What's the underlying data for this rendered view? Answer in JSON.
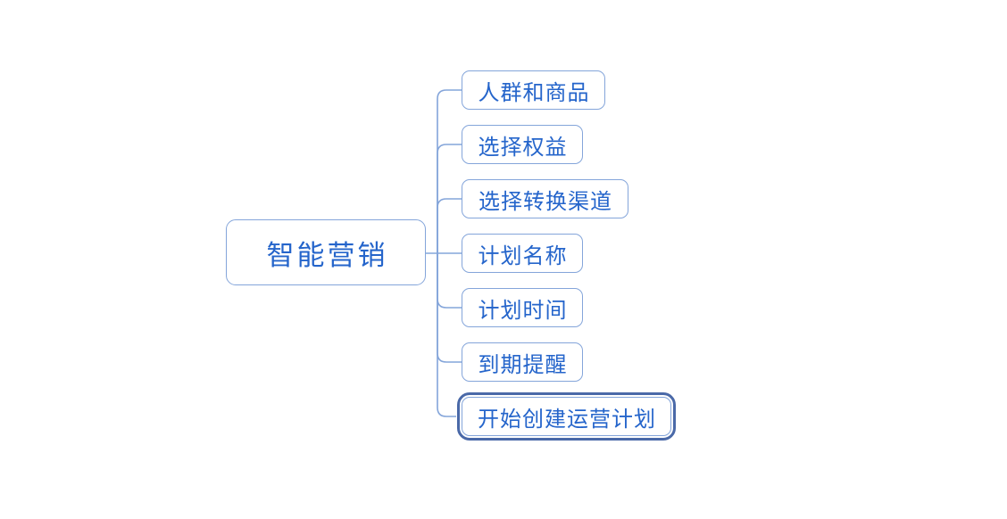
{
  "diagram": {
    "type": "mindmap",
    "root": {
      "label": "智能营销"
    },
    "children": [
      {
        "label": "人群和商品",
        "selected": false
      },
      {
        "label": "选择权益",
        "selected": false
      },
      {
        "label": "选择转换渠道",
        "selected": false
      },
      {
        "label": "计划名称",
        "selected": false
      },
      {
        "label": "计划时间",
        "selected": false
      },
      {
        "label": "到期提醒",
        "selected": false
      },
      {
        "label": "开始创建运营计划",
        "selected": true
      }
    ],
    "colors": {
      "background": "#ffffff",
      "node_border": "#84a5da",
      "connector_line": "#84a5da",
      "topic_text": "#2565cb",
      "selection_outline": "#4a69a8"
    }
  }
}
